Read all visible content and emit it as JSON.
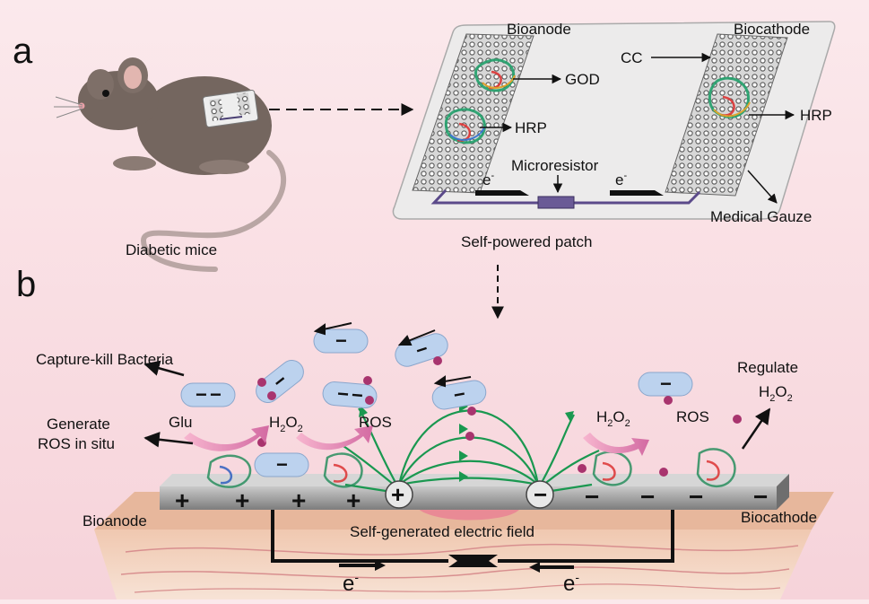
{
  "panels": {
    "a": "a",
    "b": "b"
  },
  "panel_a": {
    "mouse_caption": "Diabetic mice",
    "patch_caption": "Self-powered patch",
    "bioanode": "Bioanode",
    "biocathode": "Biocathode",
    "god": "GOD",
    "hrp_anode": "HRP",
    "hrp_cathode": "HRP",
    "cc": "CC",
    "microresistor": "Microresistor",
    "medical_gauze": "Medical Gauze",
    "electron_1": "e",
    "electron_2": "e",
    "electron_sup": "-"
  },
  "panel_b": {
    "capture_kill": "Capture-kill Bacteria",
    "generate_line1": "Generate",
    "generate_line2": "ROS in situ",
    "glu": "Glu",
    "h2o2_left_h": "H",
    "h2o2_left_sub": "2",
    "h2o2_left_o": "O",
    "h2o2_left_sub2": "2",
    "ros_left": "ROS",
    "h2o2_right_h": "H",
    "h2o2_right_sub": "2",
    "h2o2_right_o": "O",
    "h2o2_right_sub2": "2",
    "ros_right": "ROS",
    "regulate": "Regulate",
    "regulate_h": "H",
    "regulate_sub": "2",
    "regulate_o": "O",
    "regulate_sub2": "2",
    "bioanode": "Bioanode",
    "biocathode": "Biocathode",
    "field_caption": "Self-generated electric field",
    "electron_1": "e",
    "electron_2": "e",
    "electron_sup": "-",
    "plus": "+",
    "minus": "−"
  },
  "colors": {
    "field_lines": "#1a9850",
    "electrode": "#9a9a9a",
    "bacteria": "#bcd2ee",
    "wire": "#6a5a96",
    "ros_dot": "#a8346e"
  }
}
